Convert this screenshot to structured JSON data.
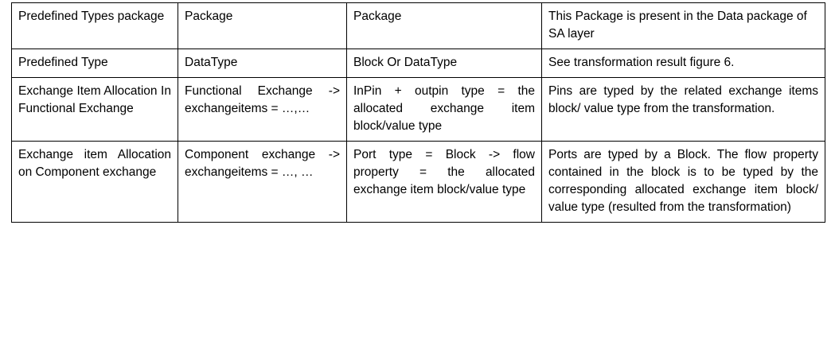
{
  "table": {
    "columns": [
      "Predefined Types package",
      "Package",
      "Package",
      "This Package is present in the Data package of SA layer"
    ],
    "rows": [
      {
        "c1": "Predefined Types package",
        "c2": "Package",
        "c3": "Package",
        "c4": "This Package is present in the Data package of SA layer"
      },
      {
        "c1": "Predefined Type",
        "c2": "DataType",
        "c3": "Block Or DataType",
        "c4": "See transformation result figure 6."
      },
      {
        "c1": "Exchange Item Allocation In Functional Exchange",
        "c2": "Functional Exchange -> exchangeitems = …,…",
        "c3": "InPin + outpin type = the allocated exchange item block/value type",
        "c4": "Pins are typed by the related exchange items block/ value type from the transformation."
      },
      {
        "c1": "Exchange item Allocation on Component exchange",
        "c2": "Component exchange -> exchangeitems = …, …",
        "c3": "Port type = Block -> flow property = the allocated exchange item block/value type",
        "c4": "Ports are typed by a Block. The flow property contained in the block is to be typed by the corresponding allocated exchange item block/ value type (resulted from the transformation)"
      }
    ]
  }
}
